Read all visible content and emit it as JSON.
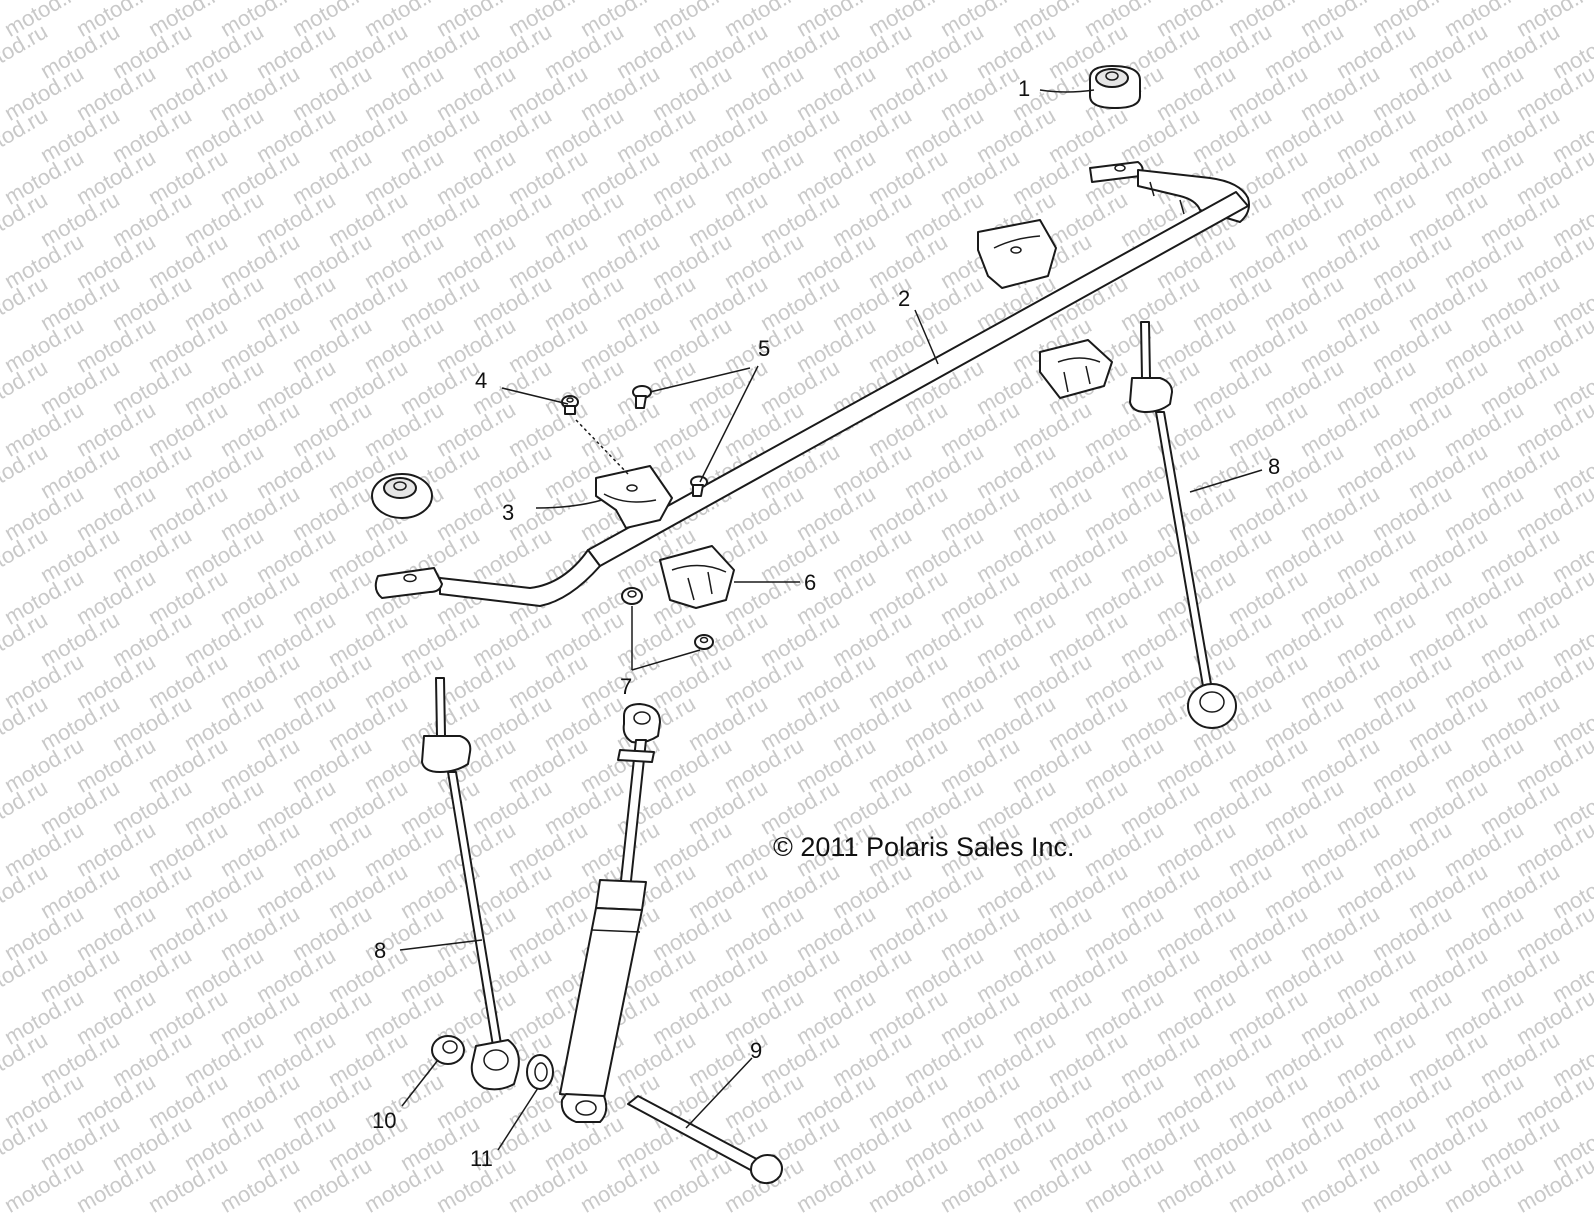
{
  "watermark": {
    "text": "motod.ru",
    "color": "#c9c9c9"
  },
  "copyright": "© 2011 Polaris Sales Inc.",
  "callouts": [
    "1",
    "2",
    "3",
    "4",
    "5",
    "6",
    "7",
    "8",
    "8",
    "9",
    "10",
    "11"
  ]
}
